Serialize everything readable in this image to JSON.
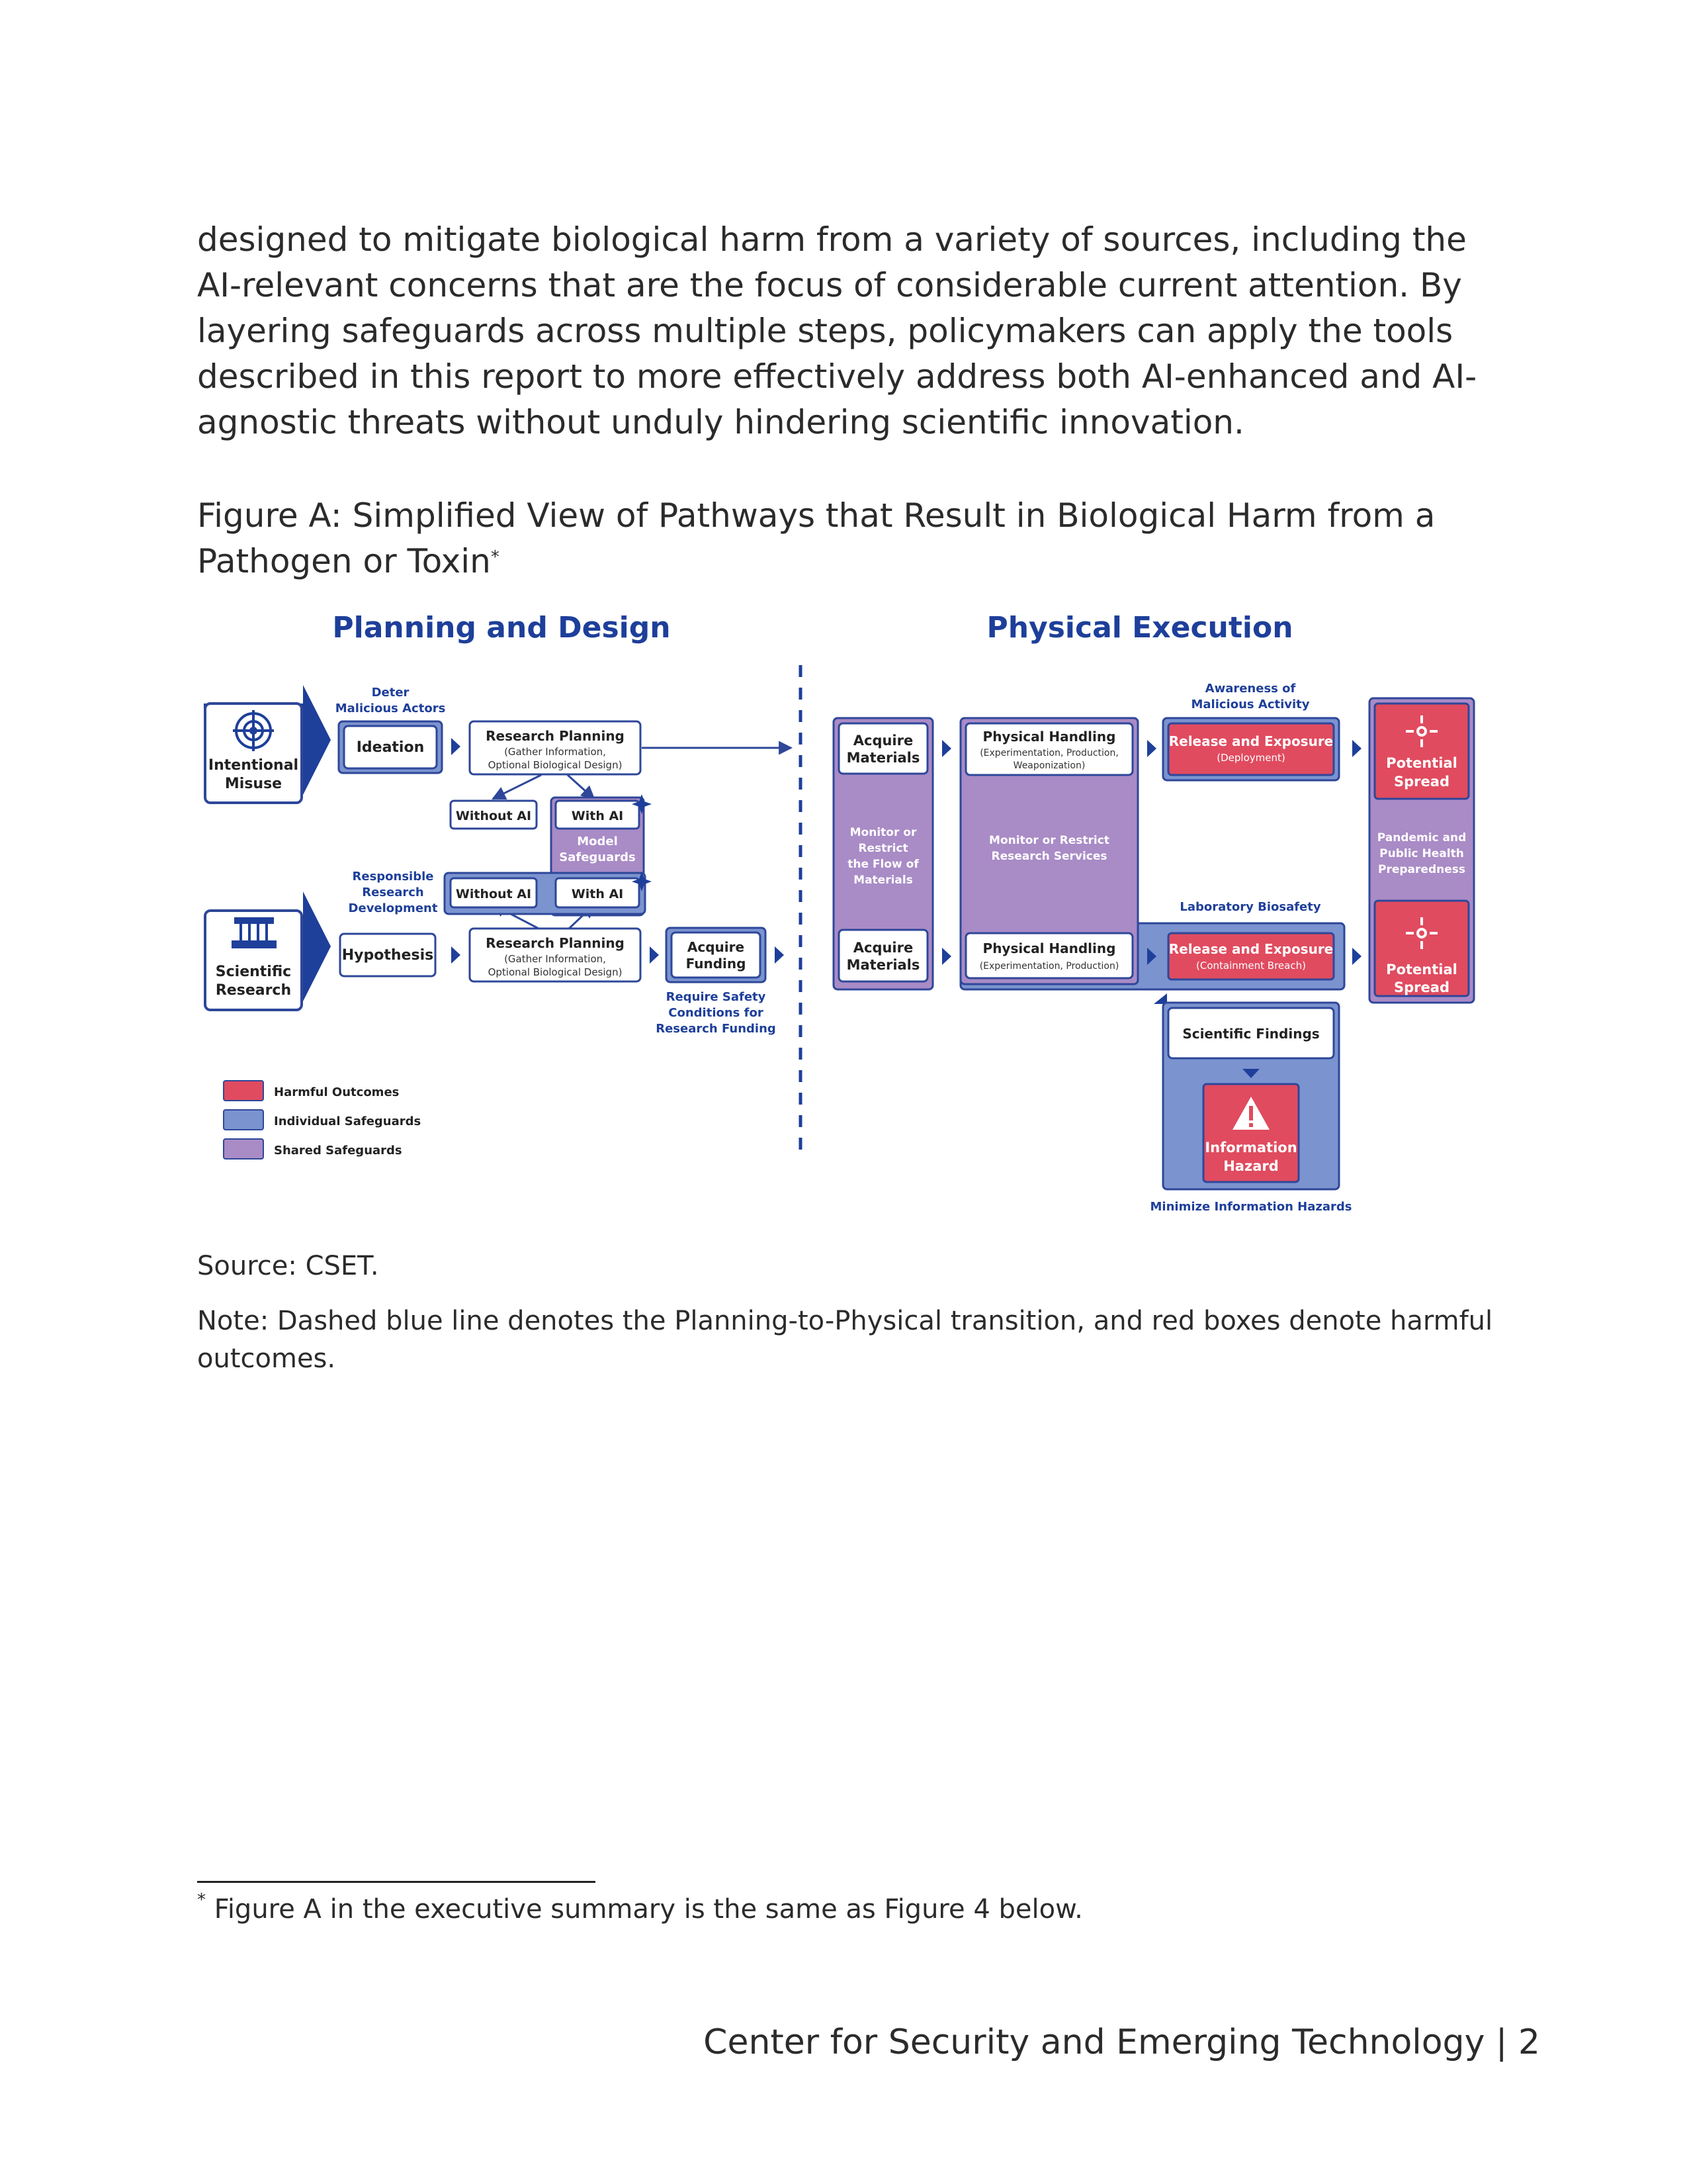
{
  "body_text": "designed to mitigate biological harm from a variety of sources, including the AI-relevant concerns that are the focus of considerable current attention. By layering safeguards across multiple steps, policymakers can apply the tools described in this report to more effectively address both AI-enhanced and AI-agnostic threats without unduly hindering scientific innovation.",
  "figure": {
    "caption": "Figure A: Simplified View of Pathways that Result in Biological Harm from a Pathogen or Toxin",
    "caption_marker": "*",
    "colors": {
      "harmful": "#e04b5f",
      "individual": "#7b93cf",
      "shared": "#a98bc6",
      "navy": "#1e3f9a",
      "outline": "#2e4799"
    },
    "headings": {
      "planning": "Planning and Design",
      "physical": "Physical Execution"
    },
    "nodes": {
      "intentional_misuse": "Intentional Misuse",
      "scientific_research": "Scientific Research",
      "deter": "Deter Malicious Actors",
      "ideation": "Ideation",
      "hypothesis": "Hypothesis",
      "rp1_title": "Research Planning",
      "rp1_sub1": "(Gather Information,",
      "rp1_sub2": "Optional Biological Design)",
      "rp2_title": "Research Planning",
      "rp2_sub1": "(Gather Information,",
      "rp2_sub2": "Optional Biological Design)",
      "without_ai_1": "Without AI",
      "with_ai_1": "With AI",
      "without_ai_2": "Without AI",
      "with_ai_2": "With AI",
      "model_safeguards_1": "Model",
      "model_safeguards_2": "Safeguards",
      "responsible_1": "Responsible",
      "responsible_2": "Research",
      "responsible_3": "Development",
      "acquire_funding_1": "Acquire",
      "acquire_funding_2": "Funding",
      "require_safety_1": "Require Safety",
      "require_safety_2": "Conditions for",
      "require_safety_3": "Research Funding",
      "acquire_materials_a1": "Acquire",
      "acquire_materials_a2": "Materials",
      "acquire_materials_b1": "Acquire",
      "acquire_materials_b2": "Materials",
      "monitor_flow_1": "Monitor or",
      "monitor_flow_2": "Restrict",
      "monitor_flow_3": "the Flow of",
      "monitor_flow_4": "Materials",
      "ph1_title": "Physical Handling",
      "ph1_sub1": "(Experimentation, Production,",
      "ph1_sub2": "Weaponization)",
      "ph2_title": "Physical Handling",
      "ph2_sub": "(Experimentation, Production)",
      "monitor_services_1": "Monitor or Restrict",
      "monitor_services_2": "Research Services",
      "awareness_1": "Awareness of",
      "awareness_2": "Malicious Activity",
      "release1_title": "Release and Exposure",
      "release1_sub": "(Deployment)",
      "release2_title": "Release and Exposure",
      "release2_sub": "(Containment Breach)",
      "lab_biosafety": "Laboratory Biosafety",
      "potential_spread_1a": "Potential",
      "potential_spread_1b": "Spread",
      "potential_spread_2a": "Potential",
      "potential_spread_2b": "Spread",
      "pandemic_1": "Pandemic and",
      "pandemic_2": "Public Health",
      "pandemic_3": "Preparedness",
      "scientific_findings": "Scientific Findings",
      "info_hazard_1": "Information",
      "info_hazard_2": "Hazard",
      "minimize": "Minimize Information Hazards"
    },
    "legend": {
      "harmful": "Harmful Outcomes",
      "individual": "Individual Safeguards",
      "shared": "Shared Safeguards"
    }
  },
  "source": "Source:  CSET.",
  "note": "Note: Dashed blue line denotes the Planning-to-Physical transition, and red boxes denote harmful outcomes.",
  "footnote": {
    "marker": "*",
    "text": " Figure A in the executive summary is the same as Figure 4 below."
  },
  "footer": "Center for Security and Emerging Technology | 2"
}
